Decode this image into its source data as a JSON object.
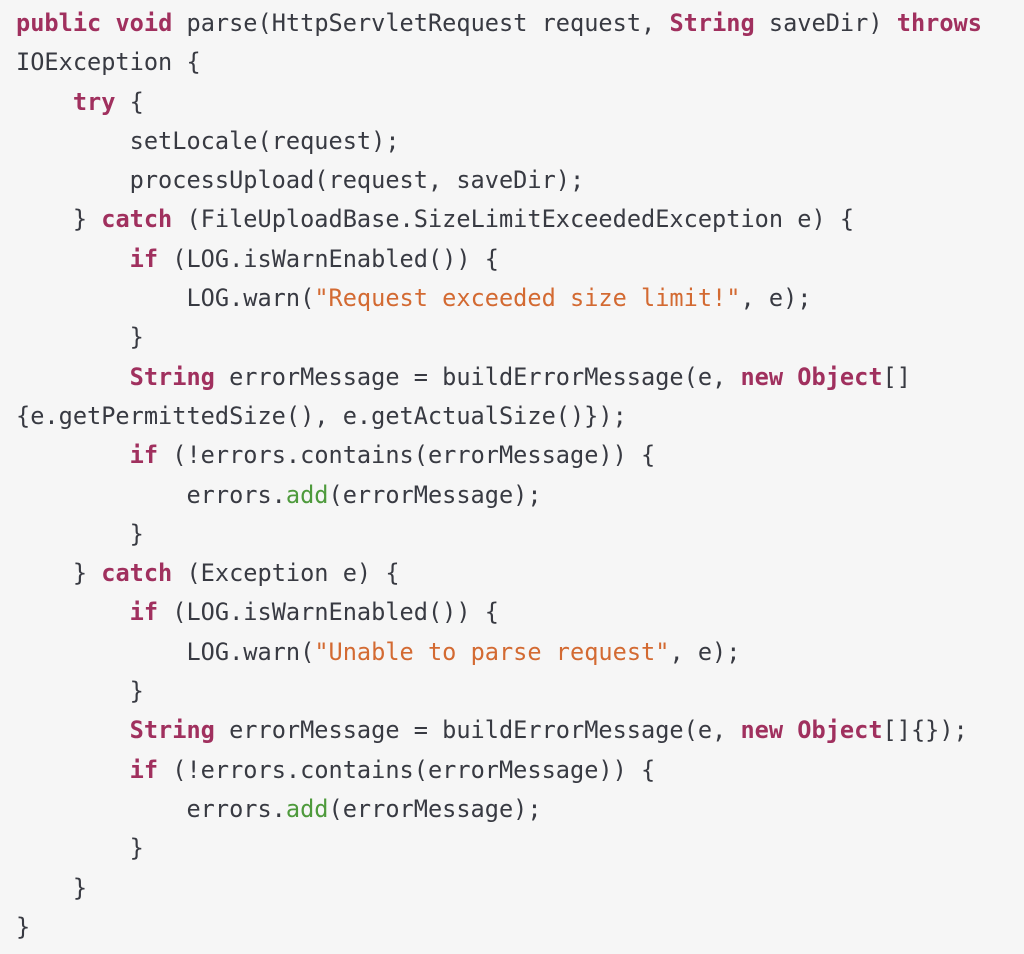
{
  "code": {
    "lines": [
      [
        {
          "t": "kw",
          "v": "public"
        },
        {
          "t": "plain",
          "v": " "
        },
        {
          "t": "kw",
          "v": "void"
        },
        {
          "t": "plain",
          "v": " parse(HttpServletRequest request, "
        },
        {
          "t": "kw",
          "v": "String"
        },
        {
          "t": "plain",
          "v": " saveDir) "
        },
        {
          "t": "kw",
          "v": "throws"
        }
      ],
      [
        {
          "t": "plain",
          "v": "IOException {"
        }
      ],
      [
        {
          "t": "plain",
          "v": "    "
        },
        {
          "t": "kw",
          "v": "try"
        },
        {
          "t": "plain",
          "v": " {"
        }
      ],
      [
        {
          "t": "plain",
          "v": "        setLocale(request);"
        }
      ],
      [
        {
          "t": "plain",
          "v": "        processUpload(request, saveDir);"
        }
      ],
      [
        {
          "t": "plain",
          "v": "    } "
        },
        {
          "t": "kw",
          "v": "catch"
        },
        {
          "t": "plain",
          "v": " (FileUploadBase.SizeLimitExceededException e) {"
        }
      ],
      [
        {
          "t": "plain",
          "v": "        "
        },
        {
          "t": "kw",
          "v": "if"
        },
        {
          "t": "plain",
          "v": " (LOG.isWarnEnabled()) {"
        }
      ],
      [
        {
          "t": "plain",
          "v": "            LOG.warn("
        },
        {
          "t": "str",
          "v": "\"Request exceeded size limit!\""
        },
        {
          "t": "plain",
          "v": ", e);"
        }
      ],
      [
        {
          "t": "plain",
          "v": "        }"
        }
      ],
      [
        {
          "t": "plain",
          "v": "        "
        },
        {
          "t": "kw",
          "v": "String"
        },
        {
          "t": "plain",
          "v": " errorMessage = buildErrorMessage(e, "
        },
        {
          "t": "kw",
          "v": "new"
        },
        {
          "t": "plain",
          "v": " "
        },
        {
          "t": "kw",
          "v": "Object"
        },
        {
          "t": "plain",
          "v": "[]"
        }
      ],
      [
        {
          "t": "plain",
          "v": "{e.getPermittedSize(), e.getActualSize()});"
        }
      ],
      [
        {
          "t": "plain",
          "v": "        "
        },
        {
          "t": "kw",
          "v": "if"
        },
        {
          "t": "plain",
          "v": " (!errors.contains(errorMessage)) {"
        }
      ],
      [
        {
          "t": "plain",
          "v": "            errors."
        },
        {
          "t": "fn",
          "v": "add"
        },
        {
          "t": "plain",
          "v": "(errorMessage);"
        }
      ],
      [
        {
          "t": "plain",
          "v": "        }"
        }
      ],
      [
        {
          "t": "plain",
          "v": "    } "
        },
        {
          "t": "kw",
          "v": "catch"
        },
        {
          "t": "plain",
          "v": " (Exception e) {"
        }
      ],
      [
        {
          "t": "plain",
          "v": "        "
        },
        {
          "t": "kw",
          "v": "if"
        },
        {
          "t": "plain",
          "v": " (LOG.isWarnEnabled()) {"
        }
      ],
      [
        {
          "t": "plain",
          "v": "            LOG.warn("
        },
        {
          "t": "str",
          "v": "\"Unable to parse request\""
        },
        {
          "t": "plain",
          "v": ", e);"
        }
      ],
      [
        {
          "t": "plain",
          "v": "        }"
        }
      ],
      [
        {
          "t": "plain",
          "v": "        "
        },
        {
          "t": "kw",
          "v": "String"
        },
        {
          "t": "plain",
          "v": " errorMessage = buildErrorMessage(e, "
        },
        {
          "t": "kw",
          "v": "new"
        },
        {
          "t": "plain",
          "v": " "
        },
        {
          "t": "kw",
          "v": "Object"
        },
        {
          "t": "plain",
          "v": "[]{});"
        }
      ],
      [
        {
          "t": "plain",
          "v": "        "
        },
        {
          "t": "kw",
          "v": "if"
        },
        {
          "t": "plain",
          "v": " (!errors.contains(errorMessage)) {"
        }
      ],
      [
        {
          "t": "plain",
          "v": "            errors."
        },
        {
          "t": "fn",
          "v": "add"
        },
        {
          "t": "plain",
          "v": "(errorMessage);"
        }
      ],
      [
        {
          "t": "plain",
          "v": "        }"
        }
      ],
      [
        {
          "t": "plain",
          "v": "    }"
        }
      ],
      [
        {
          "t": "plain",
          "v": "}"
        }
      ]
    ]
  }
}
